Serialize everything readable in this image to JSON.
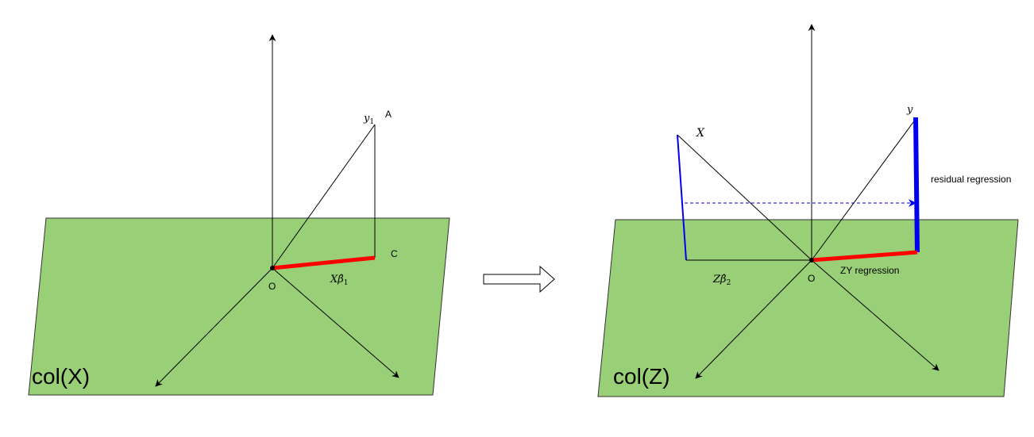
{
  "left_panel": {
    "plane_label": "col(X)",
    "origin_label": "O",
    "point_a_label": "A",
    "point_c_label": "C",
    "y_label": "y",
    "y_sub": "1",
    "proj_label": "Xβ̂",
    "proj_sub": "1"
  },
  "transition": {
    "icon": "right-arrow-icon"
  },
  "right_panel": {
    "plane_label": "col(Z)",
    "origin_label": "O",
    "x_label": "X",
    "y_label": "y",
    "residual_label": "residual regression",
    "zy_label": "ZY regression",
    "proj_label": "Zβ̂",
    "proj_sub": "2"
  },
  "colors": {
    "plane": "#99cf77",
    "projection_red": "#ff0000",
    "residual_blue": "#0000ee"
  }
}
